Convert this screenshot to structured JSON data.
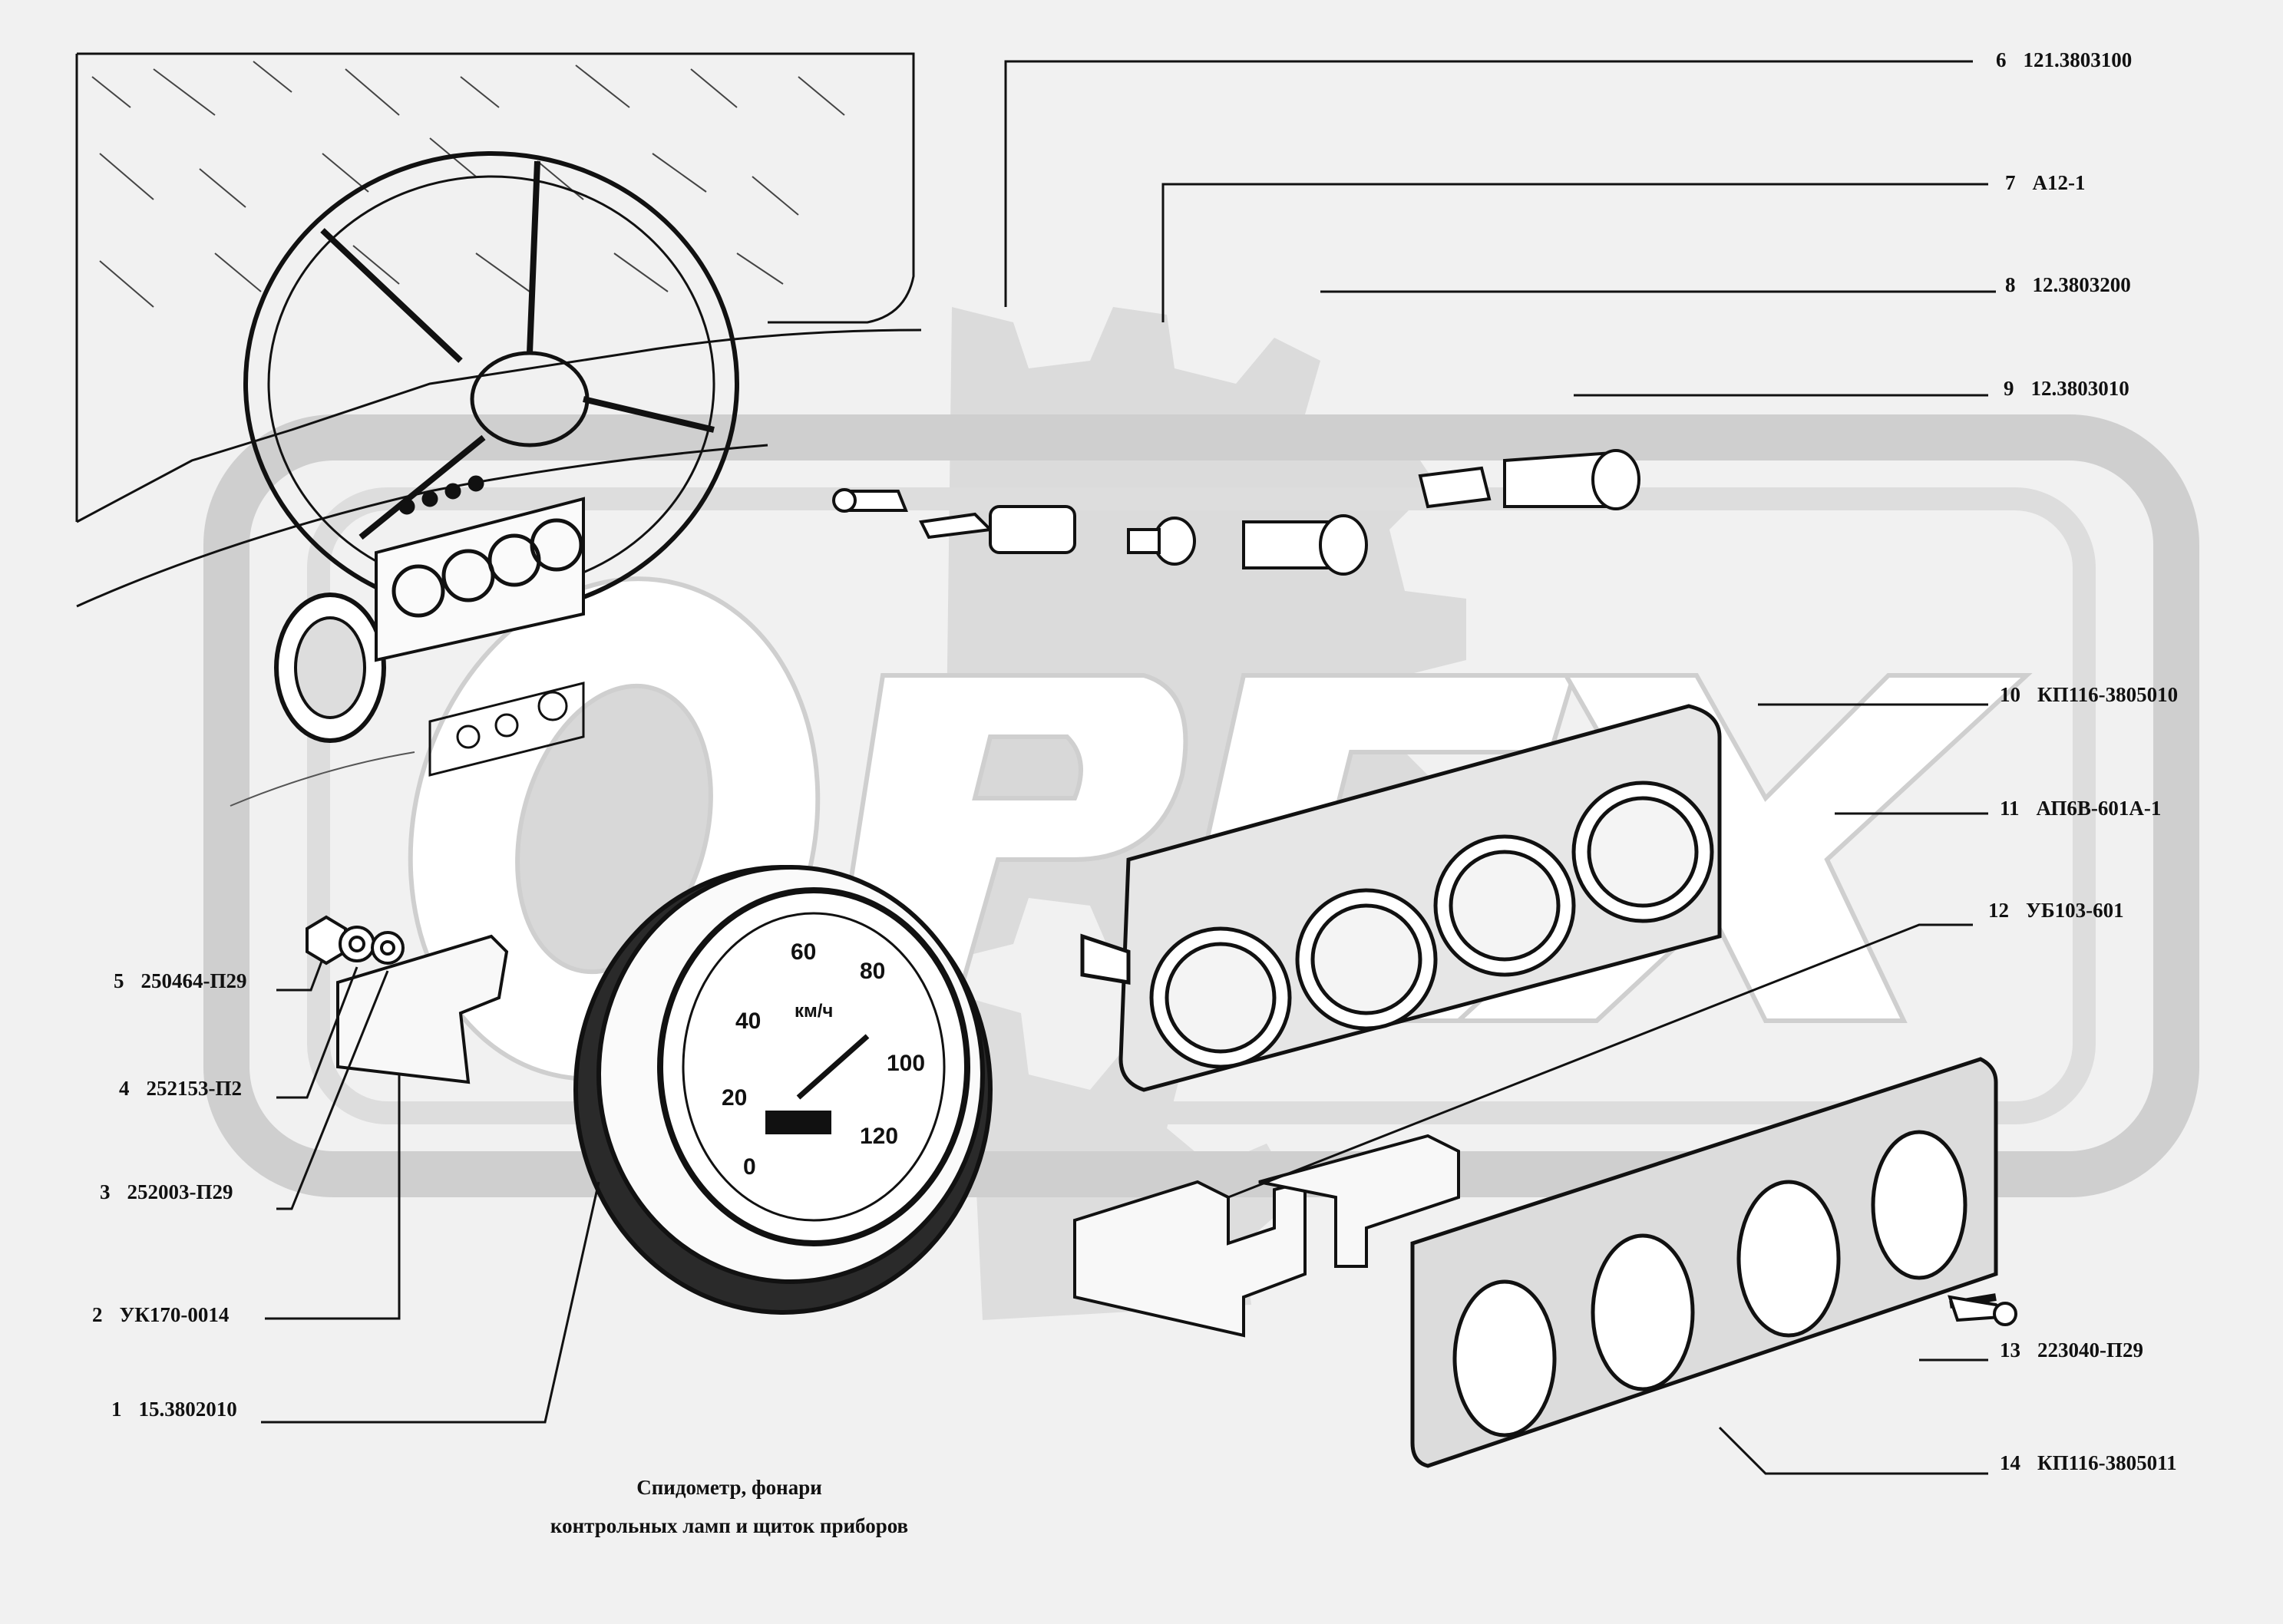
{
  "watermark": {
    "text": "OPEX",
    "color": "#c9c9c9"
  },
  "callouts": [
    {
      "num": "1",
      "part": "15.3802010"
    },
    {
      "num": "2",
      "part": "УК170-0014"
    },
    {
      "num": "3",
      "part": "252003-П29"
    },
    {
      "num": "4",
      "part": "252153-П2"
    },
    {
      "num": "5",
      "part": "250464-П29"
    },
    {
      "num": "6",
      "part": "121.3803100"
    },
    {
      "num": "7",
      "part": "А12-1"
    },
    {
      "num": "8",
      "part": "12.3803200"
    },
    {
      "num": "9",
      "part": "12.3803010"
    },
    {
      "num": "10",
      "part": "КП116-3805010"
    },
    {
      "num": "11",
      "part": "АП6В-601А-1"
    },
    {
      "num": "12",
      "part": "УБ103-601"
    },
    {
      "num": "13",
      "part": "223040-П29"
    },
    {
      "num": "14",
      "part": "КП116-3805011"
    }
  ],
  "caption": {
    "line1": "Спидометр, фонари",
    "line2": "контрольных ламп и щиток приборов"
  },
  "speedometer_scale": [
    "0",
    "20",
    "40",
    "60",
    "80",
    "100",
    "120"
  ],
  "speedometer_unit": "км/ч"
}
